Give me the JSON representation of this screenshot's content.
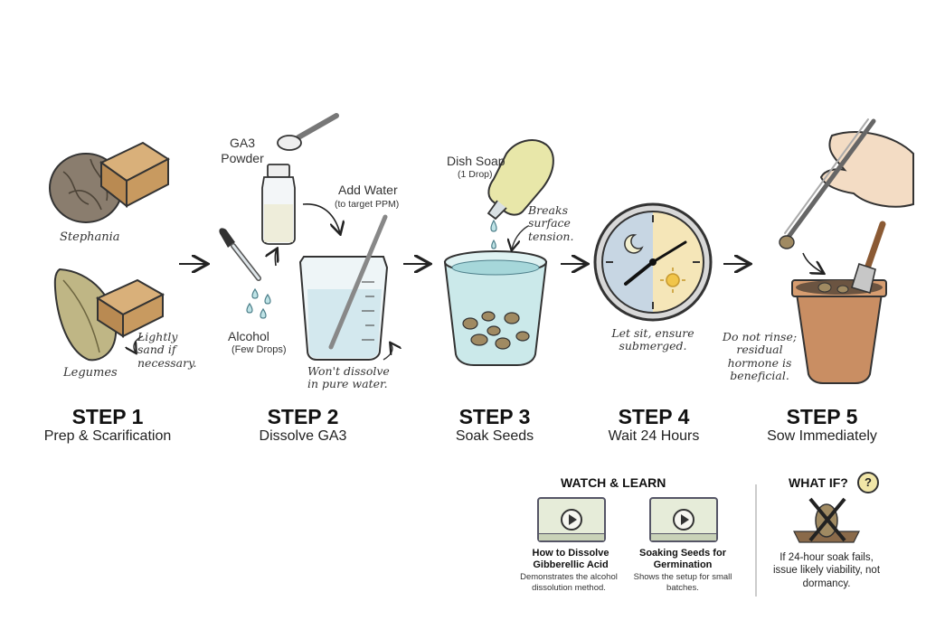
{
  "steps": [
    {
      "title": "STEP 1",
      "subtitle": "Prep & Scarification"
    },
    {
      "title": "STEP 2",
      "subtitle": "Dissolve GA3"
    },
    {
      "title": "STEP 3",
      "subtitle": "Soak Seeds"
    },
    {
      "title": "STEP 4",
      "subtitle": "Wait 24 Hours"
    },
    {
      "title": "STEP 5",
      "subtitle": "Sow Immediately"
    }
  ],
  "step1": {
    "seed_top_label": "Stephania",
    "seed_bottom_label": "Legumes",
    "note": "Lightly sand if necessary."
  },
  "step2": {
    "powder_label": "GA3 Powder",
    "alcohol_label": "Alcohol",
    "alcohol_sub": "(Few Drops)",
    "water_label": "Add Water",
    "water_sub": "(to target PPM)",
    "note": "Won't dissolve in pure water."
  },
  "step3": {
    "soap_label": "Dish Soap",
    "soap_sub": "(1 Drop)",
    "note": "Breaks surface tension."
  },
  "step4": {
    "note": "Let sit, ensure submerged."
  },
  "step5": {
    "note": "Do not rinse; residual hormone is beneficial."
  },
  "watch": {
    "heading": "WATCH & LEARN",
    "videos": [
      {
        "title": "How to Dissolve Gibberellic Acid",
        "desc": "Demonstrates the alcohol dissolution method."
      },
      {
        "title": "Soaking Seeds for Germination",
        "desc": "Shows the setup for small batches."
      }
    ]
  },
  "whatif": {
    "heading": "WHAT IF?",
    "badge": "?",
    "text": "If 24-hour soak fails, issue likely viability, not dormancy."
  },
  "icons": [
    "play-icon",
    "question-icon",
    "clock-icon",
    "moon-icon",
    "sun-icon",
    "arrow-right-icon"
  ],
  "colors": {
    "accent_sand": "#c8955c",
    "water": "#bfe3e6",
    "pot": "#c98e63",
    "clock_day": "#f5e6b8",
    "clock_night": "#c7d6e3"
  }
}
